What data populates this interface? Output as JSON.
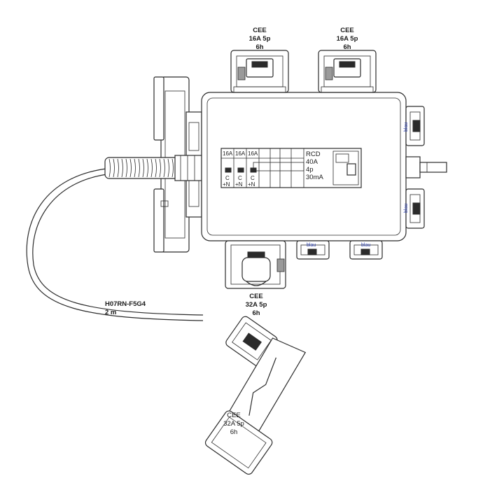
{
  "socket_top_left": {
    "line1": "CEE",
    "line2": "16A  5p",
    "line3": "6h"
  },
  "socket_top_right": {
    "line1": "CEE",
    "line2": "16A  5p",
    "line3": "6h"
  },
  "socket_bottom": {
    "line1": "CEE",
    "line2": "32A  5p",
    "line3": "6h"
  },
  "plug": {
    "line1": "CEE",
    "line2": "32A  5p",
    "line3": "6h"
  },
  "cable": {
    "type": "H07RN-F5G4",
    "length": "2 m"
  },
  "breakers": [
    {
      "rating": "16A",
      "curve": "C",
      "poles": "+N"
    },
    {
      "rating": "16A",
      "curve": "C",
      "poles": "+N"
    },
    {
      "rating": "16A",
      "curve": "C",
      "poles": "+N"
    }
  ],
  "rcd": {
    "title": "RCD",
    "current": "40A",
    "poles": "4p",
    "sensitivity": "30mA"
  },
  "gland_labels": {
    "right_top": "blau",
    "right_bottom": "blau",
    "bottom_left": "blau",
    "bottom_right": "blau"
  }
}
